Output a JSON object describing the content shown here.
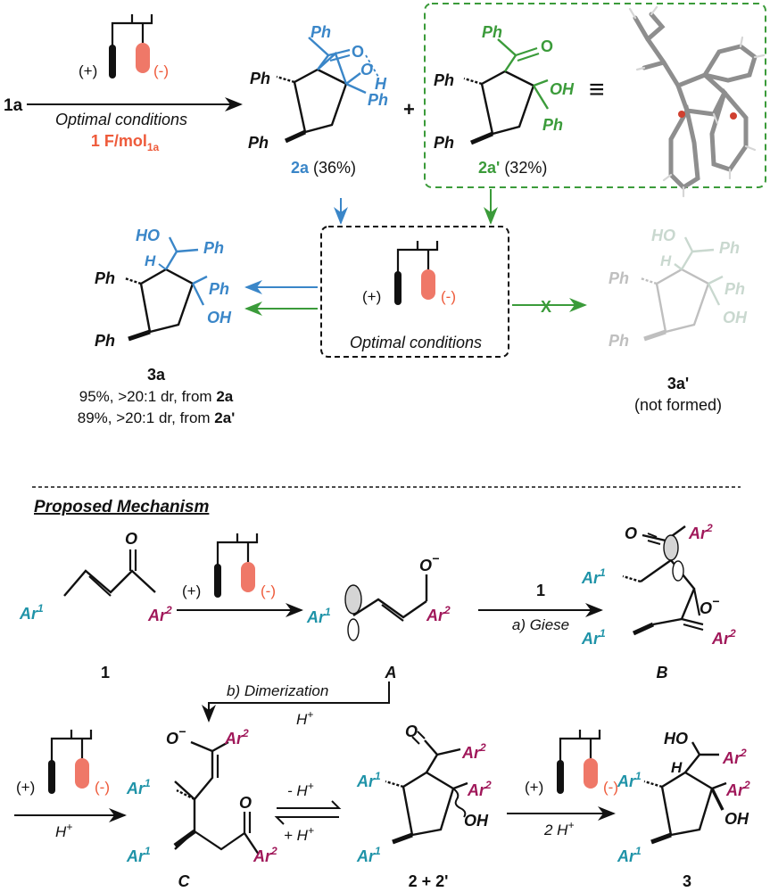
{
  "colors": {
    "black": "#111111",
    "blue": "#3a86c8",
    "green": "#3b9b3a",
    "orange": "#ee5a3a",
    "cathode": "#ef7868",
    "teal": "#1f93a8",
    "magenta": "#a0185a",
    "faded": "#c9d8cf"
  },
  "cell": {
    "plus": "(+)",
    "minus": "(-)"
  },
  "top": {
    "start": "1a",
    "conditions": "Optimal conditions",
    "charge_main": "1 F/mol",
    "charge_sub": "1a",
    "plus_sign": "+",
    "equiv_glyph": "≡",
    "p2a": {
      "label": "2a",
      "yield": " (36%)",
      "ph_top": "Ph",
      "ph_left": "Ph",
      "ph_bottom": "Ph",
      "ph_right": "Ph",
      "o1": "O",
      "h": "H",
      "o2": "O"
    },
    "p2ap": {
      "label": "2a'",
      "yield": " (32%)",
      "ph_top": "Ph",
      "o": "O",
      "ph_left": "Ph",
      "ph_bottom": "Ph",
      "oh": "OH",
      "ph_right": "Ph"
    }
  },
  "middle": {
    "conditions": "Optimal conditions",
    "blocked": "X",
    "p3a": {
      "label": "3a",
      "ho": "HO",
      "ph_top": "Ph",
      "h": "H",
      "ph_left": "Ph",
      "ph_right": "Ph",
      "oh": "OH",
      "ph_bottom": "Ph",
      "line1": "95%, >20:1 dr, from ",
      "line1_ref": "2a",
      "line2": "89%, >20:1 dr, from ",
      "line2_ref": "2a'"
    },
    "p3ap": {
      "label": "3a'",
      "note": "(not formed)",
      "ho": "HO",
      "ph_top": "Ph",
      "h": "H",
      "ph_left": "Ph",
      "ph_right": "Ph",
      "oh": "OH",
      "ph_bottom": "Ph"
    }
  },
  "mechanism": {
    "title": "Proposed Mechanism",
    "ar1": "Ar",
    "ar2": "Ar",
    "sup1": "1",
    "sup2": "2",
    "o": "O",
    "minus": "−",
    "label_1": "1",
    "label_A": "A",
    "label_B": "B",
    "label_C": "C",
    "label_2": "2 + 2'",
    "label_3": "3",
    "giese_reagent": "1",
    "giese": "a) Giese",
    "dimerization": "b) Dimerization",
    "h_plus": "H",
    "plus": "+",
    "minus_h": "- H",
    "plus_h": "+ H",
    "two_h": "2 H",
    "oh": "OH",
    "ho": "HO",
    "h": "H"
  }
}
